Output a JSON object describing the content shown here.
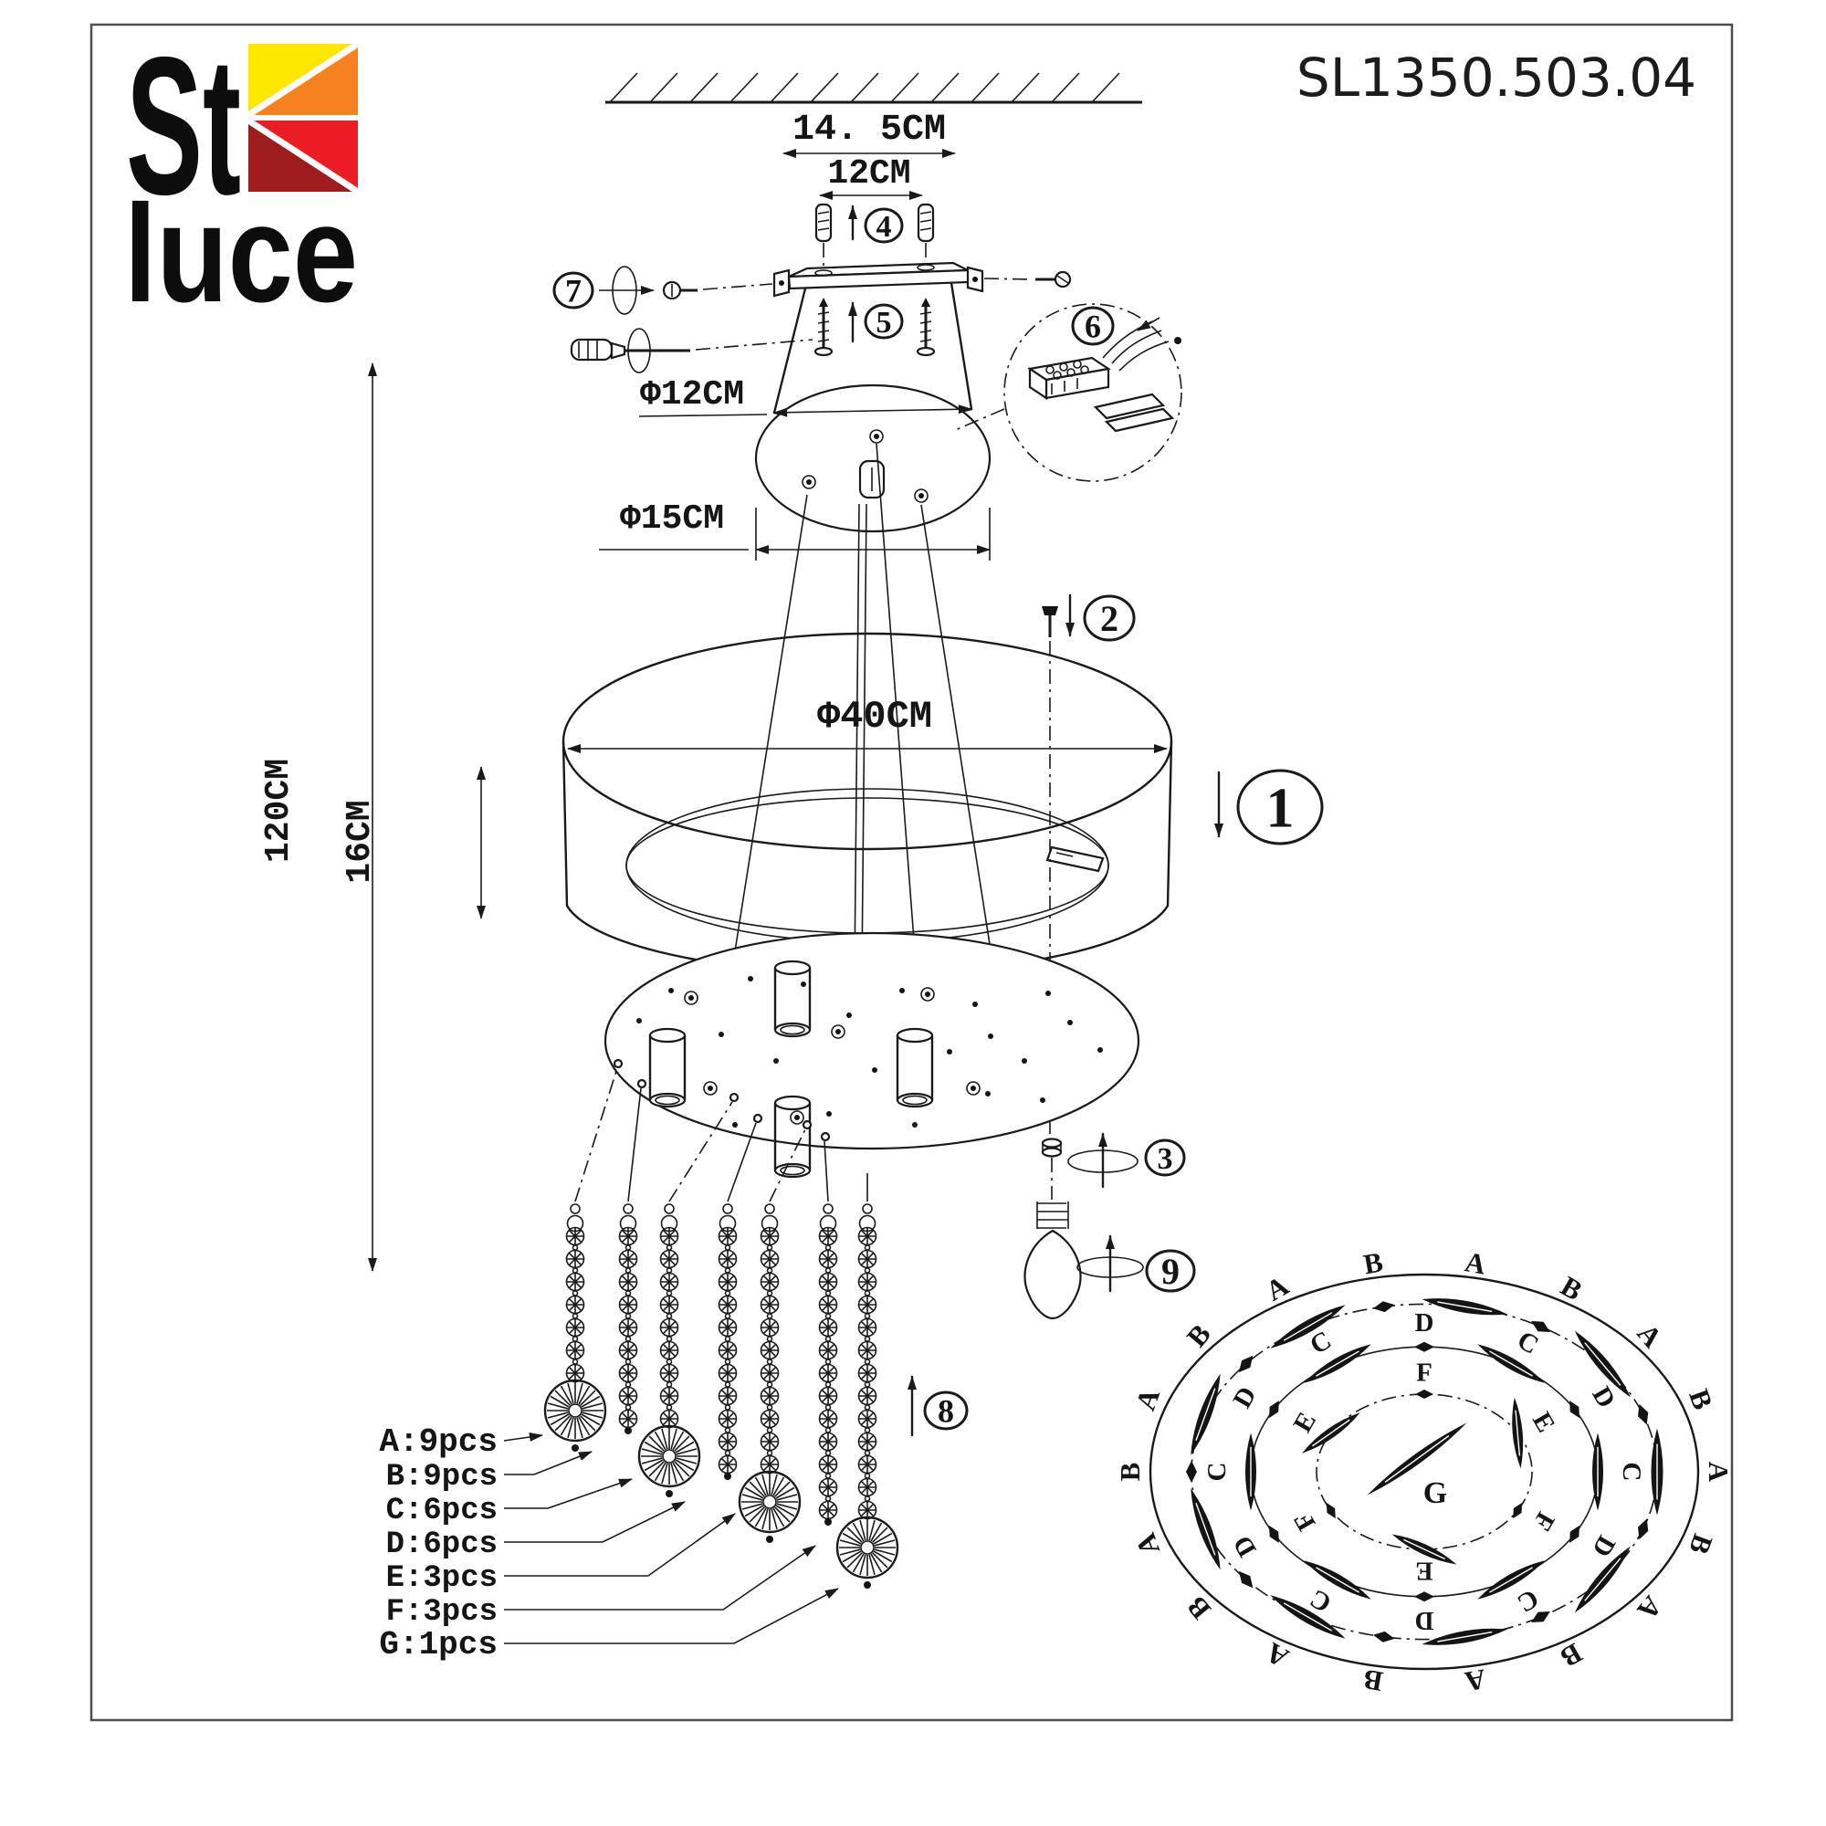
{
  "page": {
    "model": "SL1350.503.04"
  },
  "logo": {
    "line1": "St",
    "line2": "luce",
    "colors": {
      "yellow": "#FFE800",
      "orange": "#F5821F",
      "red": "#EC1C24",
      "dark_red": "#9E1B1E"
    }
  },
  "dimensions": {
    "bracket_outer": "14. 5CM",
    "bracket_holes": "12CM",
    "dia_cone": "Φ12CM",
    "dia_canopy": "Φ15CM",
    "dia_shade": "Φ40CM",
    "shade_height": "16CM",
    "total_height": "120CM"
  },
  "steps": [
    "1",
    "2",
    "3",
    "4",
    "5",
    "6",
    "7",
    "8",
    "9"
  ],
  "parts": {
    "list": [
      {
        "id": "A",
        "label": "A:9pcs",
        "count": 9,
        "type": "large-crystal"
      },
      {
        "id": "B",
        "label": "B:9pcs",
        "count": 9,
        "type": "small-crystal"
      },
      {
        "id": "C",
        "label": "C:6pcs",
        "count": 6,
        "type": "large-crystal"
      },
      {
        "id": "D",
        "label": "D:6pcs",
        "count": 6,
        "type": "small-crystal"
      },
      {
        "id": "E",
        "label": "E:3pcs",
        "count": 3,
        "type": "large-crystal"
      },
      {
        "id": "F",
        "label": "F:3pcs",
        "count": 3,
        "type": "small-crystal"
      },
      {
        "id": "G",
        "label": "G:1pcs",
        "count": 1,
        "type": "large-crystal"
      }
    ]
  },
  "layout_diagram": {
    "outer_circle_radius": 300,
    "center_letter": "G",
    "rings": [
      {
        "large": "A",
        "small": "B",
        "count": 9,
        "phase_large": 10,
        "phase_small": -10,
        "step": 40,
        "crystal_radius": 255,
        "letter_radius": 323,
        "line": "dashdot"
      },
      {
        "large": "C",
        "small": "D",
        "count": 6,
        "phase_large": 30,
        "phase_small": 0,
        "step": 60,
        "crystal_radius": 190,
        "letter_radius": 228,
        "line": "solid"
      },
      {
        "large": "E",
        "small": "F",
        "count": 3,
        "phase_large": 60,
        "phase_small": 0,
        "step": 120,
        "crystal_radius": 118,
        "letter_radius": 152,
        "line": "dashdot"
      }
    ]
  }
}
